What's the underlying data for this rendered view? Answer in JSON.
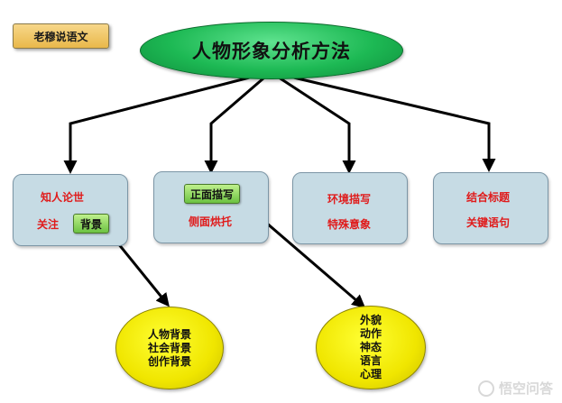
{
  "tag": "老穆说语文",
  "title": "人物形象分析方法",
  "box1": {
    "line1": "知人论世",
    "line2_label": "关注",
    "chip": "背景"
  },
  "box2": {
    "chip": "正面描写",
    "line2": "侧面烘托"
  },
  "box3": {
    "line1": "环境描写",
    "line2": "特殊意象"
  },
  "box4": {
    "line1": "结合标题",
    "line2": "关键语句"
  },
  "ellipse_left": [
    "人物背景",
    "社会背景",
    "创作背景"
  ],
  "ellipse_right": [
    "外貌",
    "动作",
    "神态",
    "语言",
    "心理"
  ],
  "watermark": "悟空问答",
  "colors": {
    "accent_red": "#e01b1b",
    "title_green": "#1db954",
    "box_blue": "#c6dbe4",
    "yellow": "#f0e600"
  }
}
